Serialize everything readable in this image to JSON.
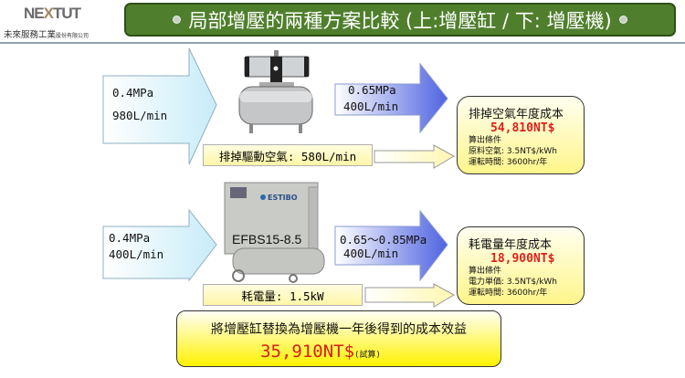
{
  "logo": {
    "brand": "NEXTUT",
    "company": "未來服務工業",
    "company_suffix": "股份有限公司"
  },
  "title": "局部增壓的兩種方案比較 (上:增壓缸 / 下: 增壓機)",
  "top": {
    "input_pressure": "0.4MPa",
    "input_flow": "980L/min",
    "output_pressure": "0.65MPa",
    "output_flow": "400L/min",
    "exhaust_label": "排掉驅動空氣: 580L/min",
    "cost": {
      "title": "排掉空氣年度成本",
      "value": "54,810NT$",
      "cond_title": "算出條件",
      "cond1": "原料空氣: 3.5NT$/kWh",
      "cond2": "運転時間: 3600hr/年"
    }
  },
  "bottom": {
    "input_pressure": "0.4MPa",
    "input_flow": "400L/min",
    "output_pressure": "0.65～0.85MPa",
    "output_flow": "400L/min",
    "model": "EFBS15-8.5",
    "machine_brand": "ESTIBO",
    "power_label": "耗電量: 1.5kW",
    "cost": {
      "title": "耗電量年度成本",
      "value": "18,900NT$",
      "cond_title": "算出條件",
      "cond1": "電力単価: 3.5NT$/kWh",
      "cond2": "運転時間: 3600hr/年"
    }
  },
  "summary": {
    "text": "將增壓缸替換為增壓機一年後得到的成本效益",
    "value": "35,910NT$",
    "note": "(試算)"
  }
}
